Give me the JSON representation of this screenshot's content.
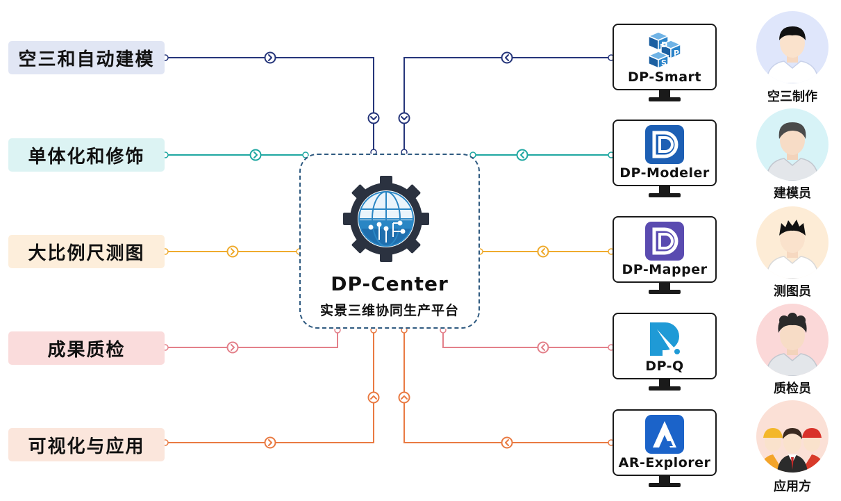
{
  "left_labels": [
    {
      "text": "空三和自动建模",
      "bg": "#e1e6f4",
      "color": "#25357a"
    },
    {
      "text": "单体化和修饰",
      "bg": "#dcf3f3",
      "color": "#1ea7a1"
    },
    {
      "text": "大比例尺测图",
      "bg": "#fdeedb",
      "color": "#efab2e"
    },
    {
      "text": "成果质检",
      "bg": "#fadcdc",
      "color": "#e3808a"
    },
    {
      "text": "可视化与应用",
      "bg": "#fbe6dc",
      "color": "#e97a42"
    }
  ],
  "center": {
    "title": "DP-Center",
    "subtitle": "实景三维协同生产平台"
  },
  "apps": [
    {
      "name": "DP-Smart",
      "icon": "dp-smart-cube-icon"
    },
    {
      "name": "DP-Modeler",
      "icon": "dp-modeler-icon"
    },
    {
      "name": "DP-Mapper",
      "icon": "dp-mapper-icon"
    },
    {
      "name": "DP-Q",
      "icon": "dp-q-icon"
    },
    {
      "name": "AR-Explorer",
      "icon": "ar-explorer-icon"
    }
  ],
  "roles": [
    {
      "text": "空三制作",
      "bg": "#dfe6fb"
    },
    {
      "text": "建模员",
      "bg": "#d7f3f7"
    },
    {
      "text": "测图员",
      "bg": "#fdecd6"
    },
    {
      "text": "质检员",
      "bg": "#fbd8d8"
    },
    {
      "text": "应用方",
      "bg": "#fbe0d6"
    }
  ]
}
